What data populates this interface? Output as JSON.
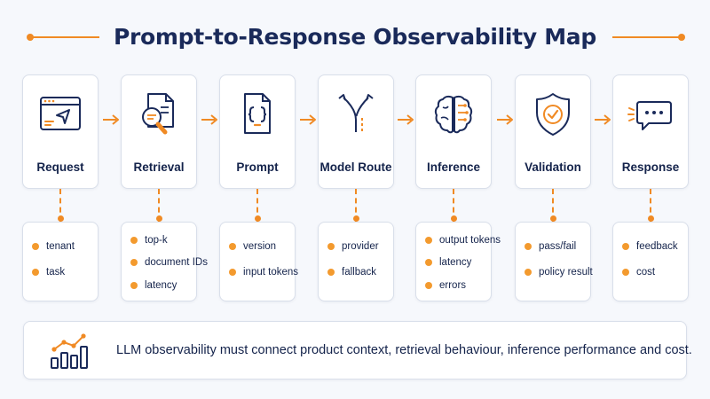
{
  "title": "Prompt-to-Response Observability Map",
  "colors": {
    "accent": "#f08a24",
    "navy": "#1a2a5a",
    "background": "#f6f8fc"
  },
  "stages": [
    {
      "label": "Request",
      "icon": "browser-cursor-icon",
      "details": [
        "tenant",
        "task"
      ]
    },
    {
      "label": "Retrieval",
      "icon": "document-search-icon",
      "details": [
        "top-k",
        "document IDs",
        "latency"
      ]
    },
    {
      "label": "Prompt",
      "icon": "code-document-icon",
      "details": [
        "version",
        "input tokens"
      ]
    },
    {
      "label": "Model Route",
      "icon": "fork-route-icon",
      "details": [
        "provider",
        "fallback"
      ]
    },
    {
      "label": "Inference",
      "icon": "brain-circuit-icon",
      "details": [
        "output tokens",
        "latency",
        "errors"
      ]
    },
    {
      "label": "Validation",
      "icon": "shield-check-icon",
      "details": [
        "pass/fail",
        "policy result"
      ]
    },
    {
      "label": "Response",
      "icon": "chat-bubble-icon",
      "details": [
        "feedback",
        "cost"
      ]
    }
  ],
  "footer": {
    "icon": "trend-chart-icon",
    "text": "LLM observability must connect product context, retrieval behaviour, inference performance and cost."
  }
}
